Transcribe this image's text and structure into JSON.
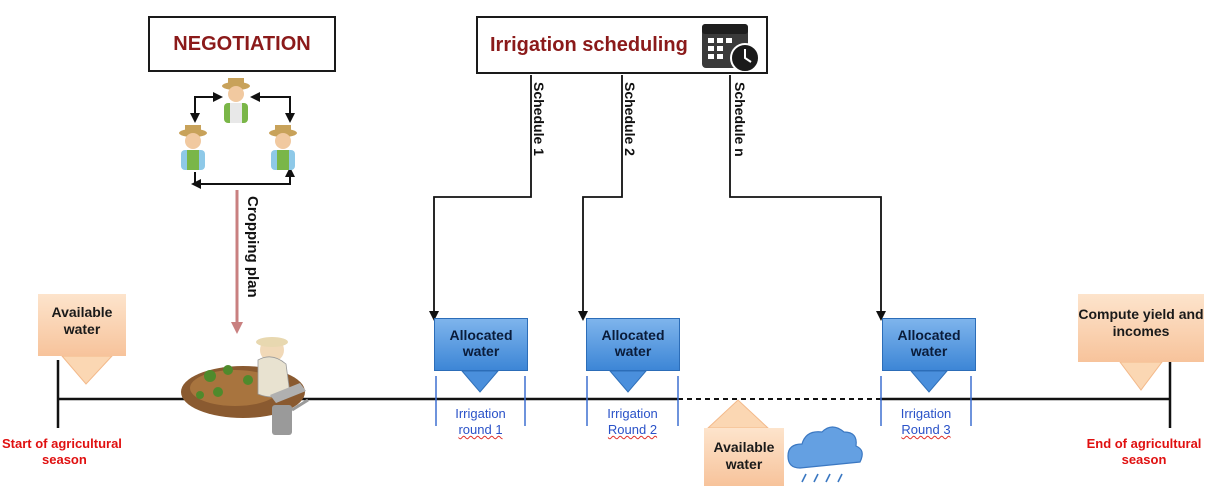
{
  "negotiation": {
    "label": "NEGOTIATION"
  },
  "scheduling": {
    "label": "Irrigation scheduling"
  },
  "schedules": [
    "Schedule 1",
    "Schedule 2",
    "Schedule n"
  ],
  "cropping_plan": "Cropping plan",
  "available_water_start": "Available water",
  "available_water_mid": "Available water",
  "allocated": [
    "Allocated water",
    "Allocated water",
    "Allocated water"
  ],
  "rounds": [
    {
      "line1": "Irrigation",
      "line2": "round 1"
    },
    {
      "line1": "Irrigation",
      "line2": "Round 2"
    },
    {
      "line1": "Irrigation",
      "line2": "Round 3"
    }
  ],
  "compute": "Compute yield and incomes",
  "start": {
    "line1": "Start of agricultural",
    "line2": "season"
  },
  "end": {
    "line1": "End of agricultural",
    "line2": "season"
  },
  "colors": {
    "title_red": "#8b1a1a",
    "blue": "#3d86d6",
    "orange": "#f7c39b",
    "cropping_arrow": "#c98080"
  },
  "icons": [
    "calendar-clock-icon",
    "farmer-icon",
    "gardener-illustration",
    "rain-cloud-icon"
  ]
}
